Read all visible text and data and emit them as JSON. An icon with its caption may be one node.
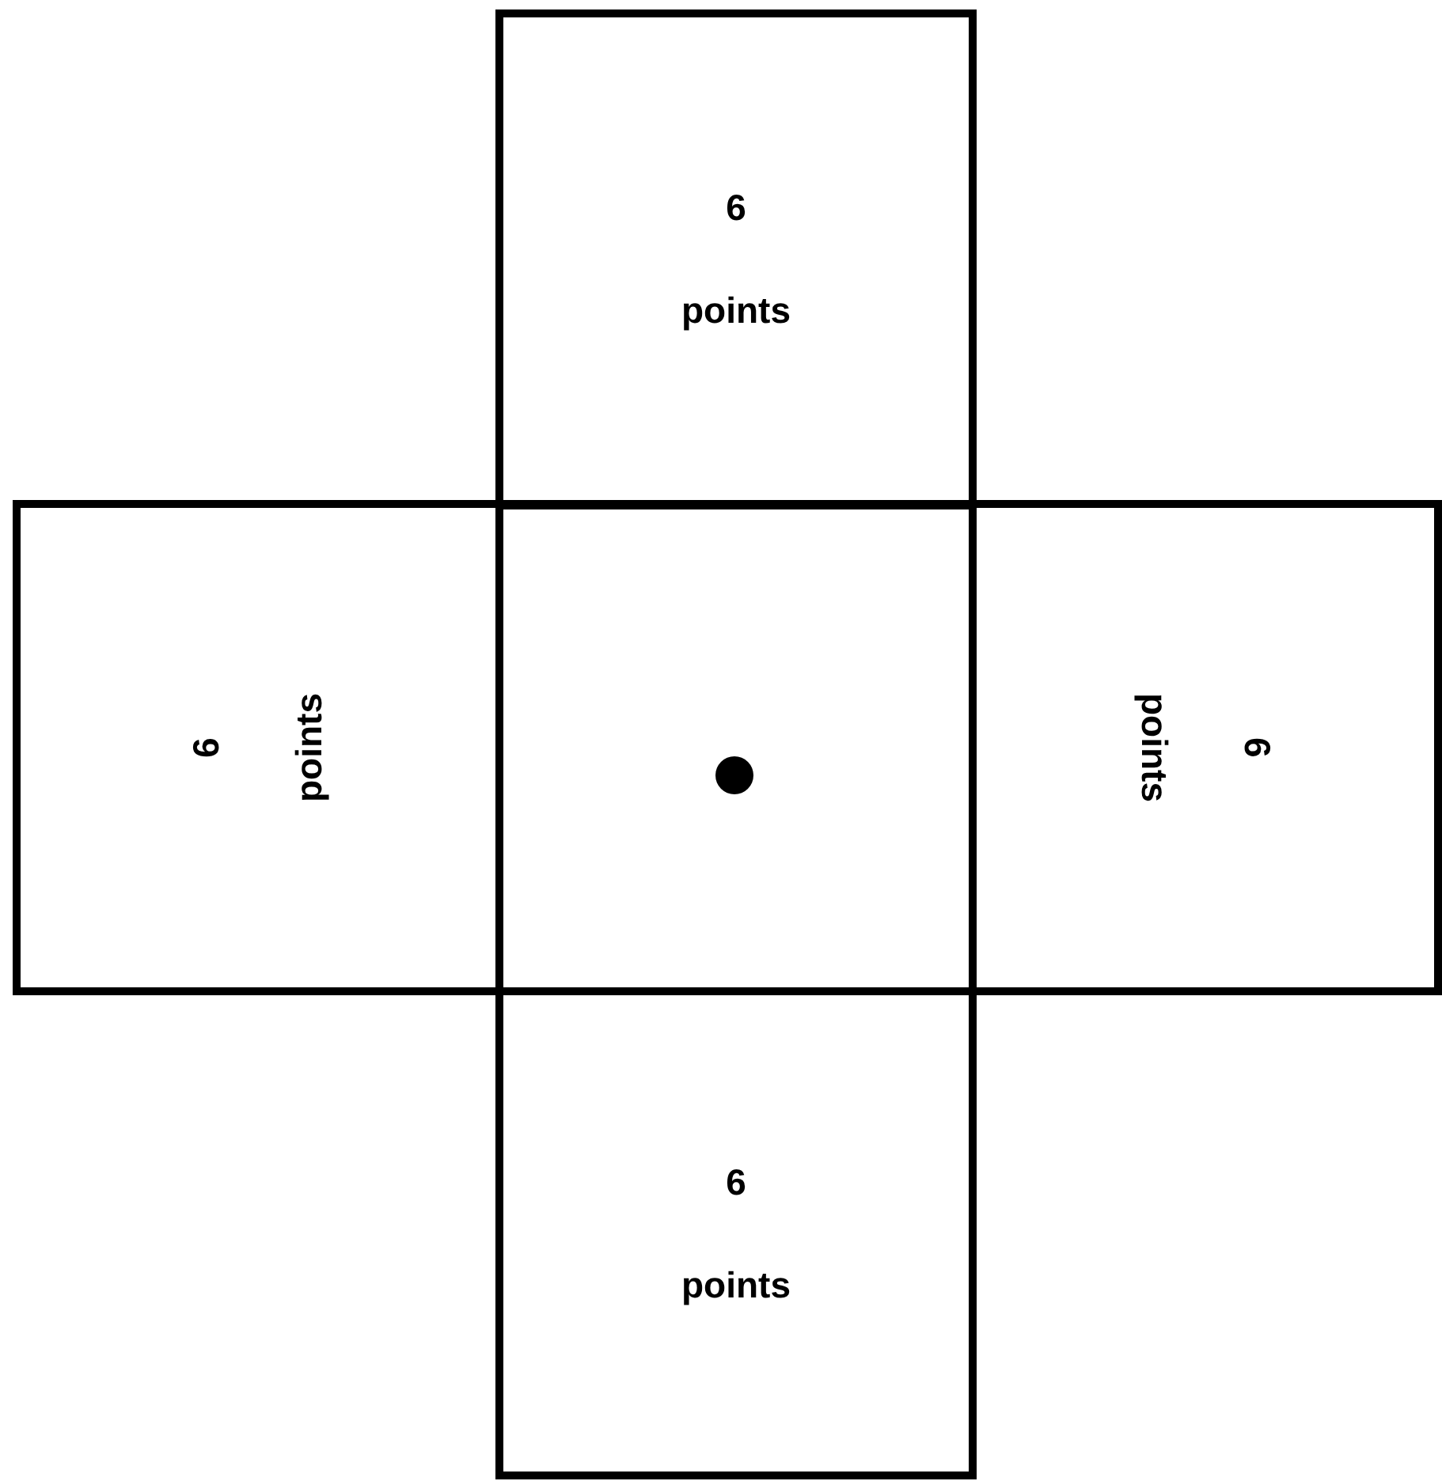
{
  "diagram": {
    "nodes": [
      {
        "text": [
          "6",
          "points"
        ]
      },
      {
        "text": [
          "6",
          "points"
        ]
      },
      {
        "text": [],
        "shape": "box"
      },
      {
        "text": [],
        "shape": "circle",
        "in": 2
      },
      {
        "text": [
          "6",
          "points"
        ]
      },
      {
        "text": [
          "6",
          "points"
        ]
      }
    ]
  }
}
